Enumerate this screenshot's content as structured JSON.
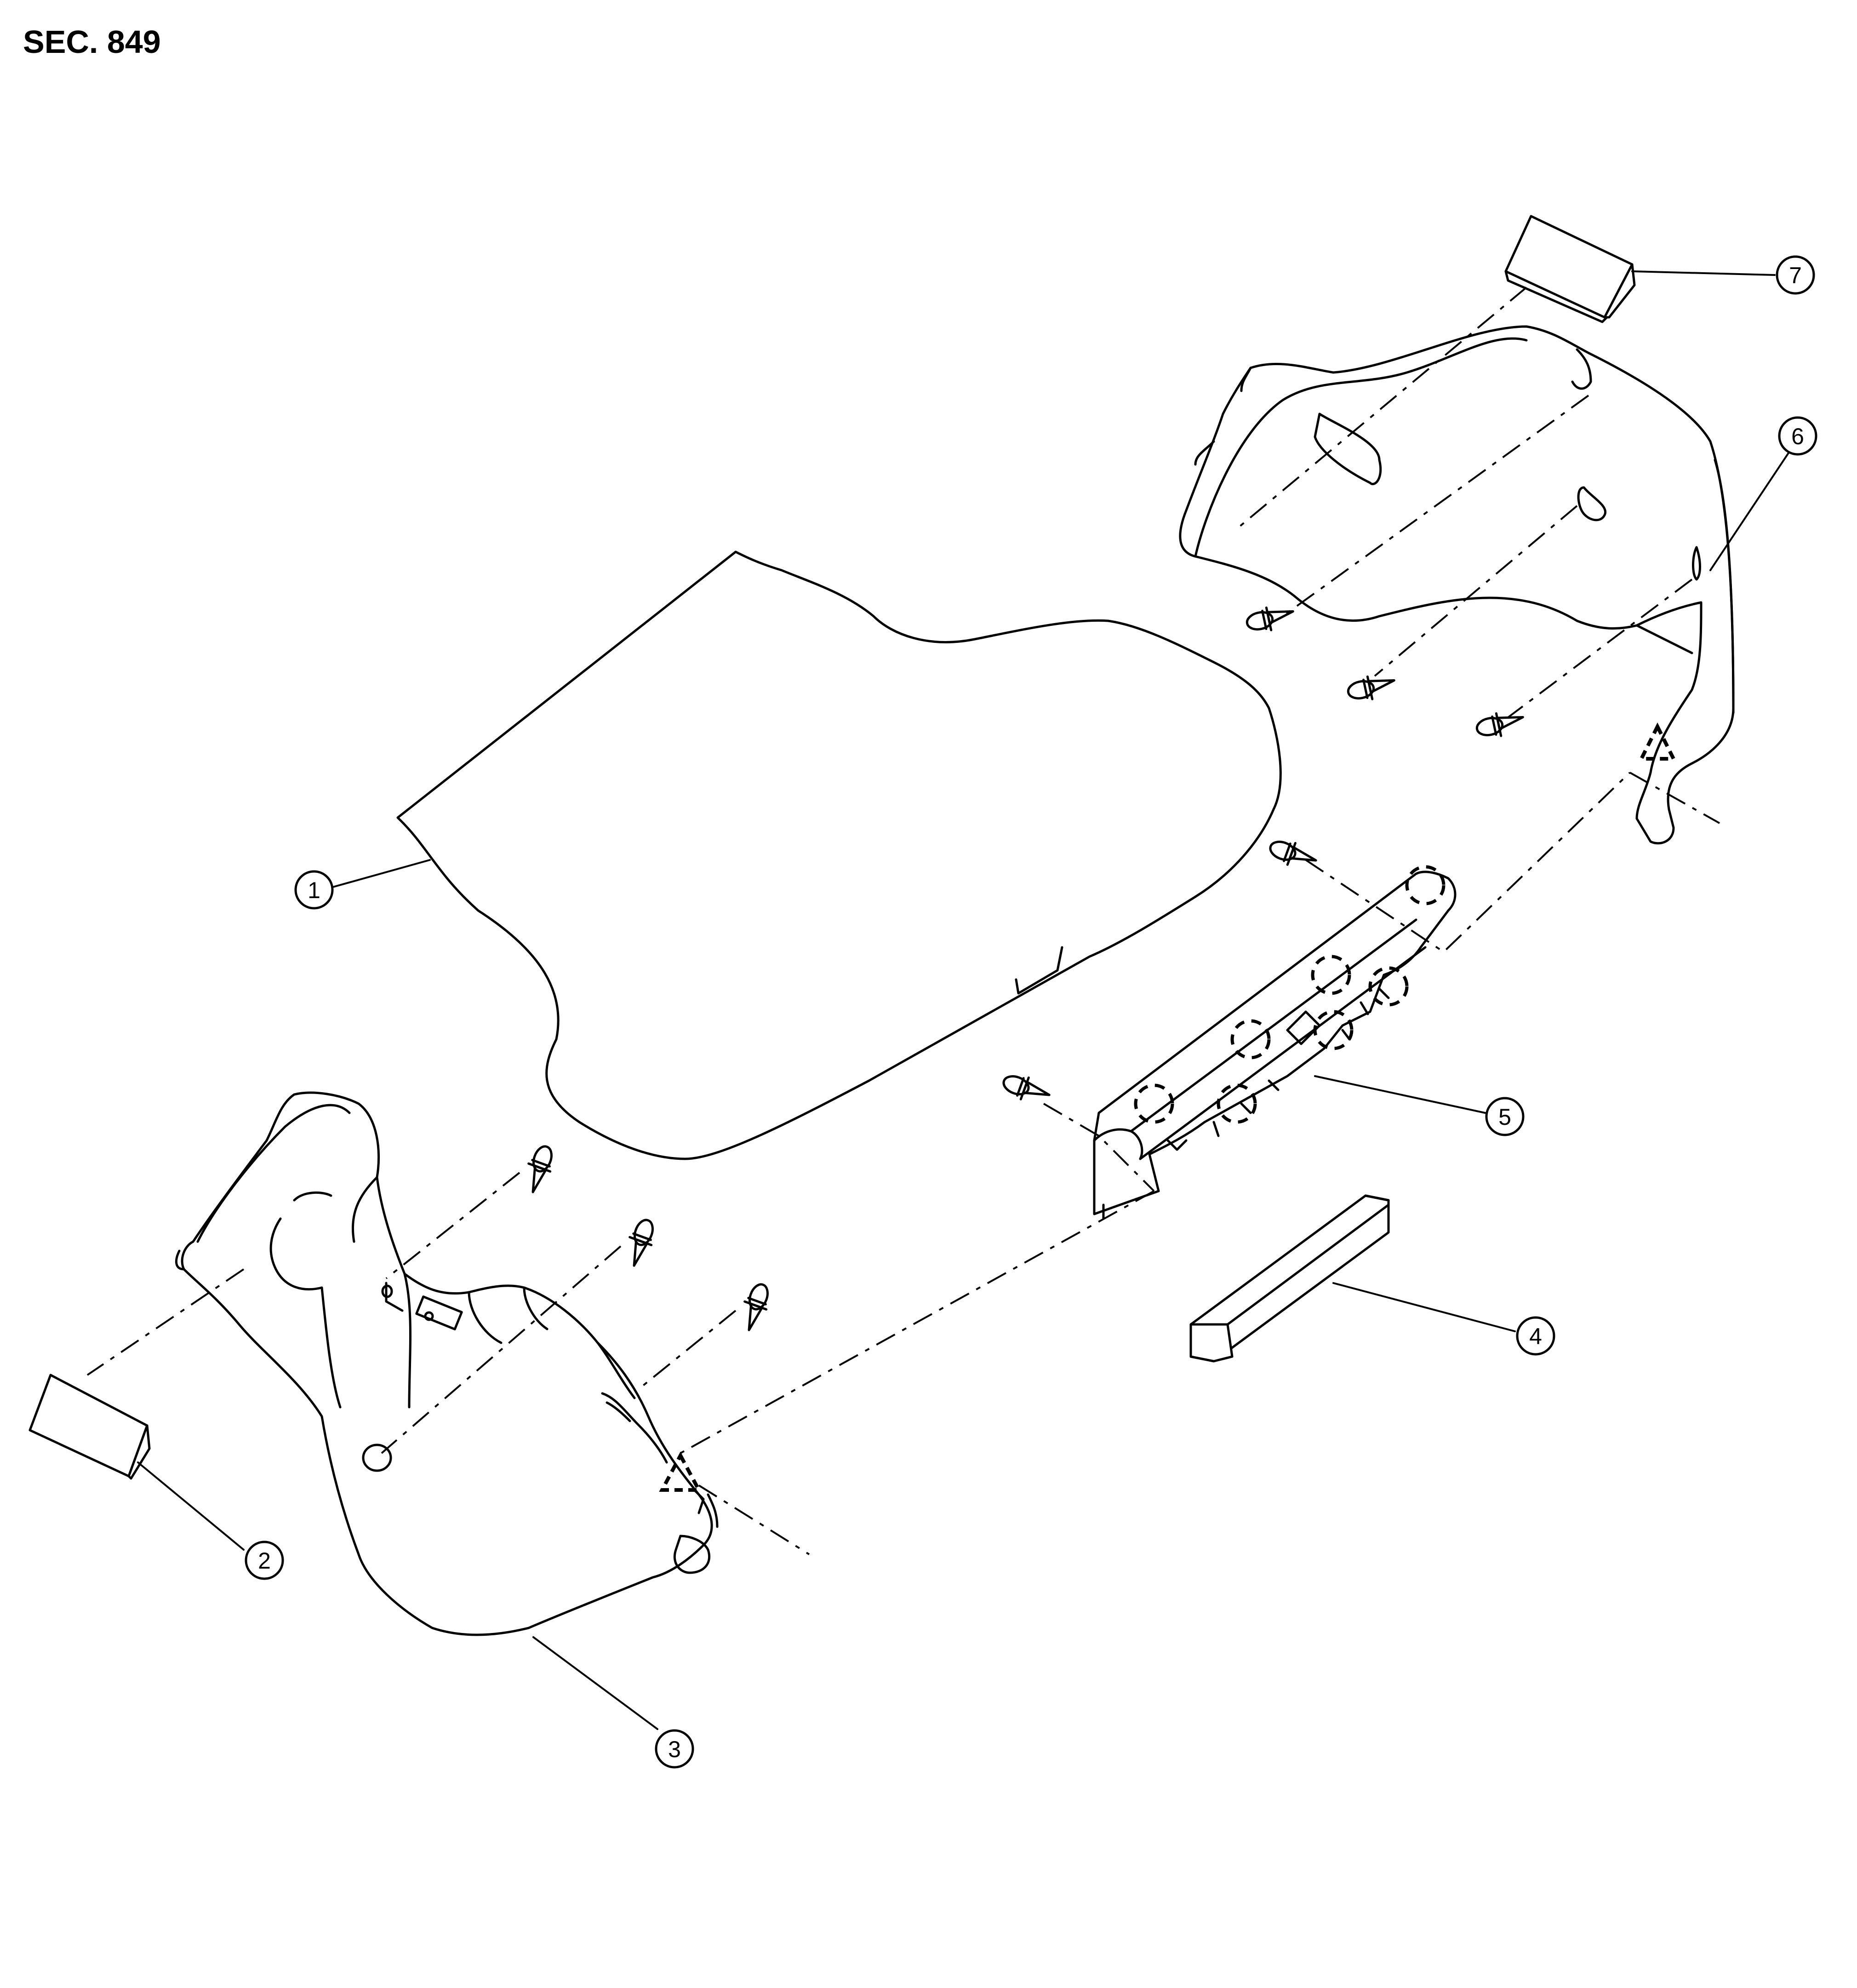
{
  "section_label": "SEC. 849",
  "callouts": [
    {
      "id": "c1",
      "label": "1"
    },
    {
      "id": "c2",
      "label": "2"
    },
    {
      "id": "c3",
      "label": "3"
    },
    {
      "id": "c4",
      "label": "4"
    },
    {
      "id": "c5",
      "label": "5"
    },
    {
      "id": "c6",
      "label": "6"
    },
    {
      "id": "c7",
      "label": "7"
    }
  ]
}
